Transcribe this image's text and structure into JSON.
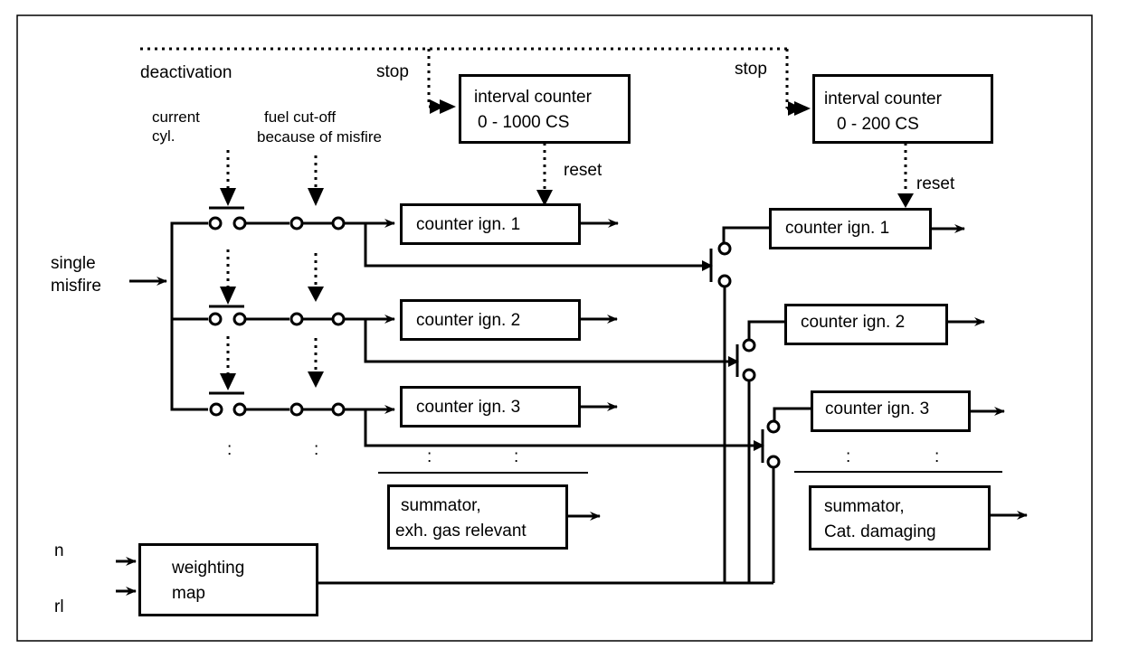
{
  "diagram": {
    "labels": {
      "deactivation": "deactivation",
      "stop_1": "stop",
      "stop_2": "stop",
      "current_cyl_line1": "current",
      "current_cyl_line2": "cyl.",
      "fuel_cutoff_line1": "fuel cut-off",
      "fuel_cutoff_line2": "because of misfire",
      "reset_1": "reset",
      "reset_2": "reset",
      "single_misfire_line1": "single",
      "single_misfire_line2": "misfire",
      "input_n": "n",
      "input_rl": "rl",
      "ellipsis": ":"
    },
    "interval_counters": [
      {
        "line1": "interval counter",
        "line2": "0 - 1000 CS"
      },
      {
        "line1": "interval counter",
        "line2": "0 - 200 CS"
      }
    ],
    "left_counters": [
      "counter ign. 1",
      "counter ign. 2",
      "counter ign. 3"
    ],
    "right_counters": [
      "counter ign. 1",
      "counter ign. 2",
      "counter ign. 3"
    ],
    "summators": [
      {
        "line1": "summator,",
        "line2": "exh. gas relevant"
      },
      {
        "line1": "summator,",
        "line2": "Cat. damaging"
      }
    ],
    "weighting_map": {
      "line1": "weighting",
      "line2": "map"
    }
  }
}
